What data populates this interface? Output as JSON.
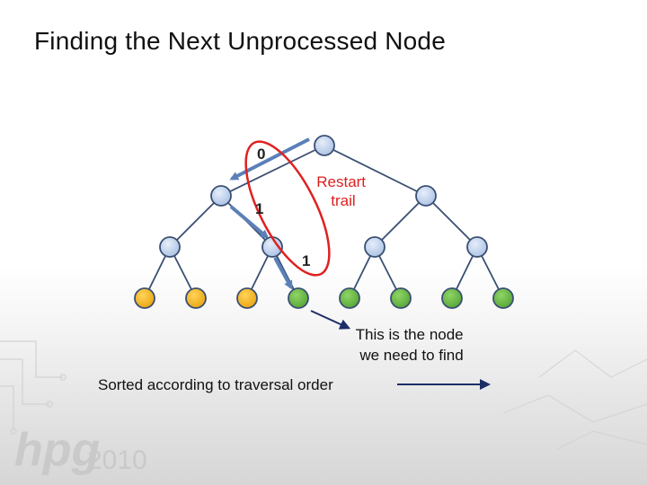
{
  "title": "Finding the Next Unprocessed Node",
  "labels": {
    "counter_top": "0",
    "counter_left": "1",
    "counter_bottom": "1",
    "restart_trail": [
      "Restart",
      "trail"
    ],
    "target_note": [
      "This is the node",
      "we need to find"
    ],
    "sorted_note": "Sorted according to traversal order"
  },
  "logo": {
    "text": "hpg",
    "year": "2010"
  },
  "colors": {
    "inner_node": "#b9cde8",
    "processed_leaf": "#f3b51c",
    "unprocessed_leaf": "#6cbd45",
    "node_stroke": "#3a4f73",
    "arrow": "#5b80b8",
    "restart": "#dd1f1f",
    "ellipse": "#e02020",
    "pointer": "#1c2e66"
  }
}
